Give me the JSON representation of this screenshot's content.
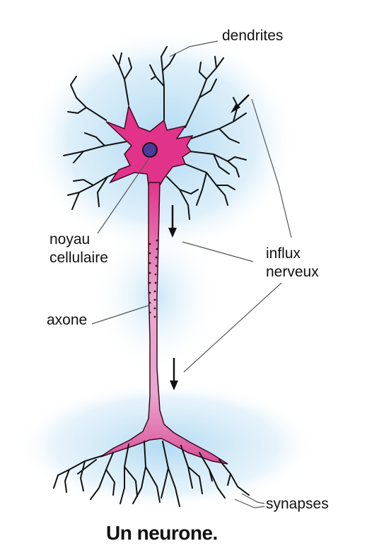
{
  "labels": {
    "dendrites": "dendrites",
    "noyau_line1": "noyau",
    "noyau_line2": "cellulaire",
    "influx_line1": "influx",
    "influx_line2": "nerveux",
    "axone": "axone",
    "synapses": "synapses"
  },
  "caption": "Un neurone.",
  "colors": {
    "cell_body": "#e2338a",
    "axon": "#d94d9a",
    "nucleus": "#4a3a9a",
    "glow": "#a9d6f0",
    "ink": "#111111"
  }
}
